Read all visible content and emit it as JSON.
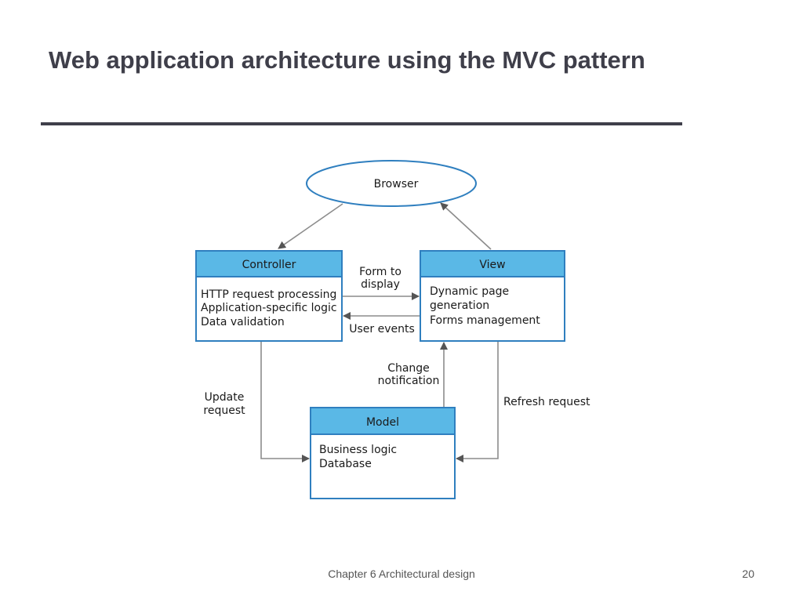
{
  "slide": {
    "title": "Web application architecture using the MVC pattern",
    "footer": "Chapter 6 Architectural design",
    "page_number": "20"
  },
  "diagram": {
    "browser": {
      "label": "Browser"
    },
    "controller": {
      "title": "Controller",
      "body": [
        "HTTP request processing",
        "Application-specific logic",
        "Data validation"
      ]
    },
    "view": {
      "title": "View",
      "body": [
        "Dynamic page",
        "generation",
        "Forms management"
      ]
    },
    "model": {
      "title": "Model",
      "body": [
        "Business logic",
        "Database"
      ]
    },
    "edges": {
      "form_to_display": [
        "Form to",
        "display"
      ],
      "user_events": [
        "User events"
      ],
      "change_notification": [
        "Change",
        "notification"
      ],
      "update_request": [
        "Update",
        "request"
      ],
      "refresh_request": [
        "Refresh request"
      ]
    },
    "colors": {
      "header_fill": "#5ab8e6",
      "border": "#2f7fbf",
      "arrow": "#8c8c8c"
    }
  }
}
